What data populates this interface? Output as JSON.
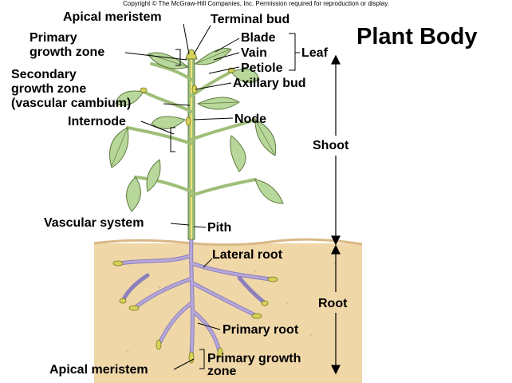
{
  "copyright": "Copyright © The McGraw-Hill Companies, Inc. Permission required for reproduction or display.",
  "title": "Plant Body",
  "labels": {
    "apical_meristem_top": "Apical meristem",
    "terminal_bud": "Terminal bud",
    "primary_growth_zone_1": "Primary",
    "primary_growth_zone_2": "growth zone",
    "blade": "Blade",
    "vain": "Vain",
    "petiole": "Petiole",
    "leaf": "Leaf",
    "secondary_1": "Secondary",
    "secondary_2": "growth zone",
    "secondary_3": "(vascular cambium)",
    "axillary_bud": "Axillary bud",
    "node": "Node",
    "internode": "Internode",
    "shoot": "Shoot",
    "vascular_system": "Vascular system",
    "pith": "Pith",
    "lateral_root": "Lateral root",
    "root": "Root",
    "primary_root": "Primary root",
    "primary_growth_bottom_1": "Primary growth",
    "primary_growth_bottom_2": "zone",
    "apical_meristem_bottom": "Apical meristem"
  },
  "colors": {
    "soil": "#f0d7a8",
    "soil_edge": "#d9b886",
    "stem": "#9fbe78",
    "stem_core": "#f3e27a",
    "leaf": "#b8d79a",
    "leaf_edge": "#5d7a3e",
    "root": "#b5a8d8",
    "root_tip": "#d6d25a",
    "line": "#000000"
  }
}
